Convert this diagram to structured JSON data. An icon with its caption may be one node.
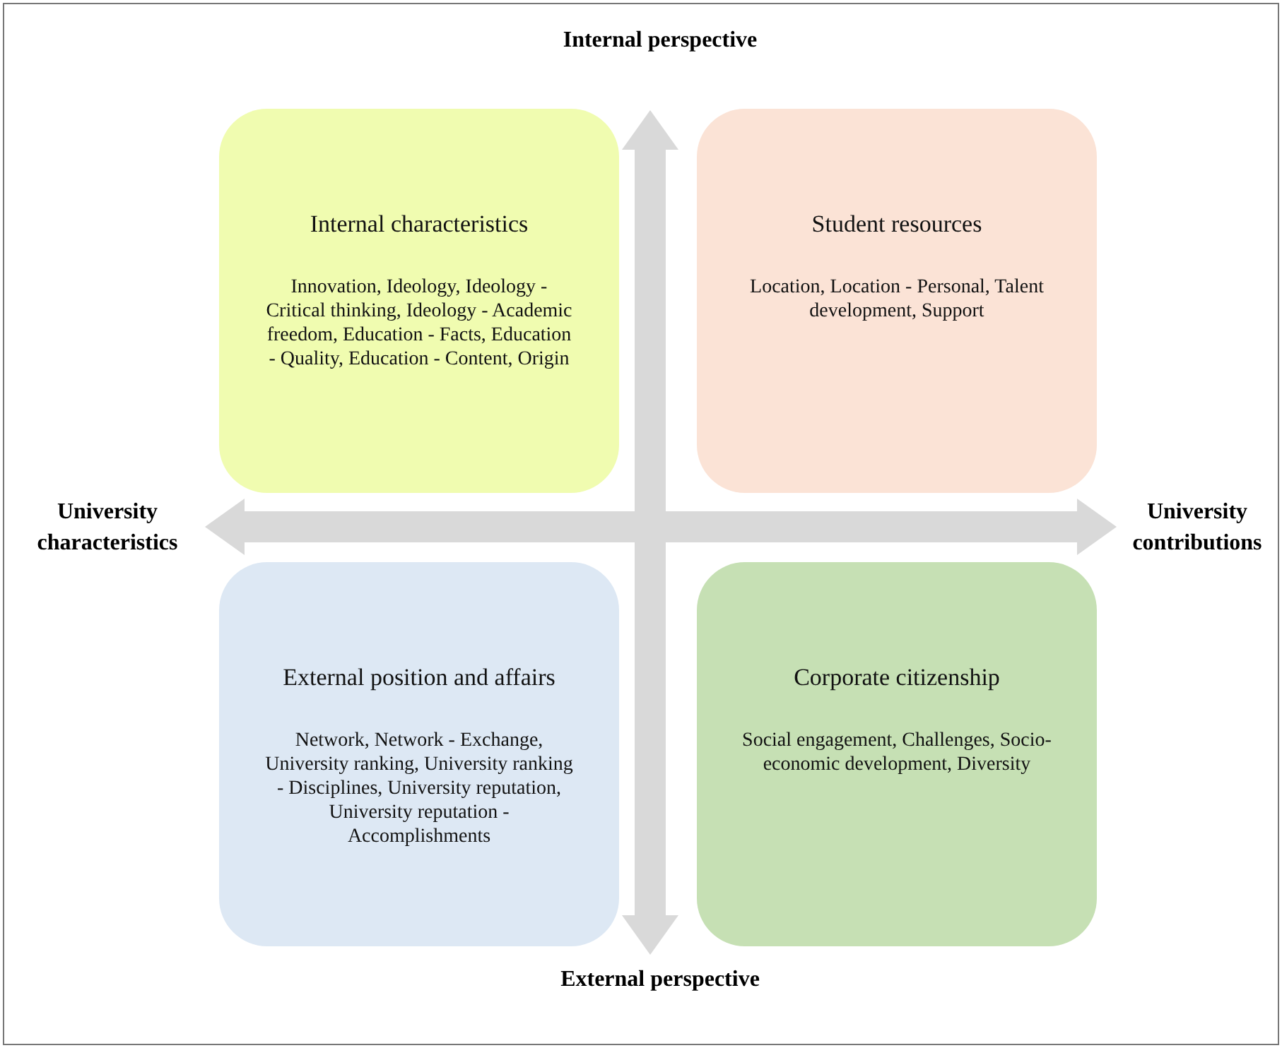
{
  "diagram": {
    "nodes": [
      {
        "text": [
          "Internal characteristics",
          "Innovation, Ideology, Ideology - Critical thinking, Ideology - Academic freedom, Education - Facts, Education - Quality, Education - Content, Origin"
        ]
      },
      {
        "text": [
          "Student resources",
          "Location, Location - Personal, Talent development, Support"
        ]
      },
      {
        "text": [
          "External position and affairs",
          "Network, Network - Exchange, University ranking, University ranking - Disciplines, University reputation, University reputation - Accomplishments"
        ]
      },
      {
        "text": [
          "Corporate citizenship",
          "Social engagement, Challenges, Socio-economic development, Diversity"
        ]
      },
      {
        "text": [
          "Internal perspective"
        ]
      },
      {
        "text": [
          "University characteristics"
        ]
      },
      {
        "text": [
          "University contributions"
        ]
      },
      {
        "text": [
          "External perspective"
        ]
      }
    ],
    "edges": [
      {
        "from": 4,
        "to": 7,
        "arrow": "both"
      },
      {
        "from": 5,
        "to": 6,
        "arrow": "both"
      }
    ]
  }
}
